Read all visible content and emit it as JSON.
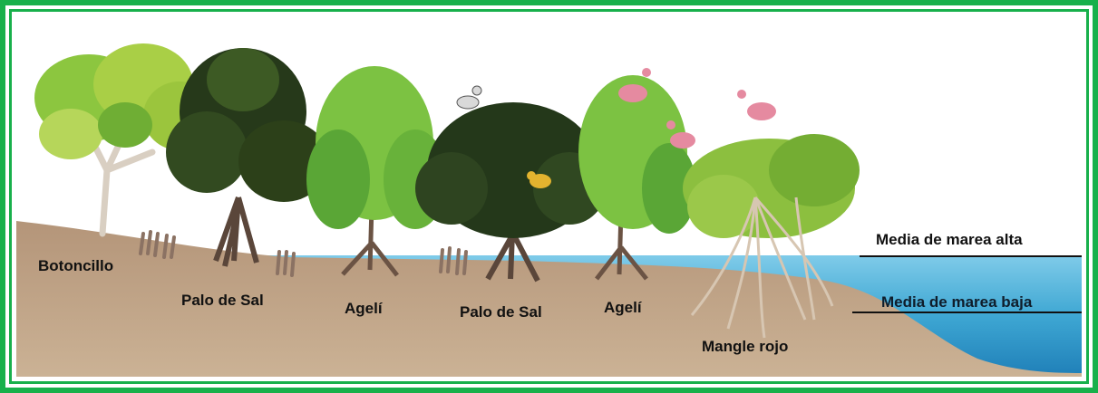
{
  "labels": {
    "botoncillo": "Botoncillo",
    "palo_de_sal_1": "Palo de Sal",
    "ageli_1": "Agelí",
    "palo_de_sal_2": "Palo de Sal",
    "ageli_2": "Agelí",
    "mangle_rojo": "Mangle rojo"
  },
  "tides": {
    "high": "Media de marea alta",
    "low": "Media de marea baja"
  },
  "colors": {
    "frame": "#18b04b",
    "soil": "#c2a585",
    "water": "#3ea7d3",
    "water_deep": "#1f7fb8",
    "dark_foliage": "#1f2f14",
    "light_foliage": "#7cc242",
    "trunk": "#6b5344"
  }
}
